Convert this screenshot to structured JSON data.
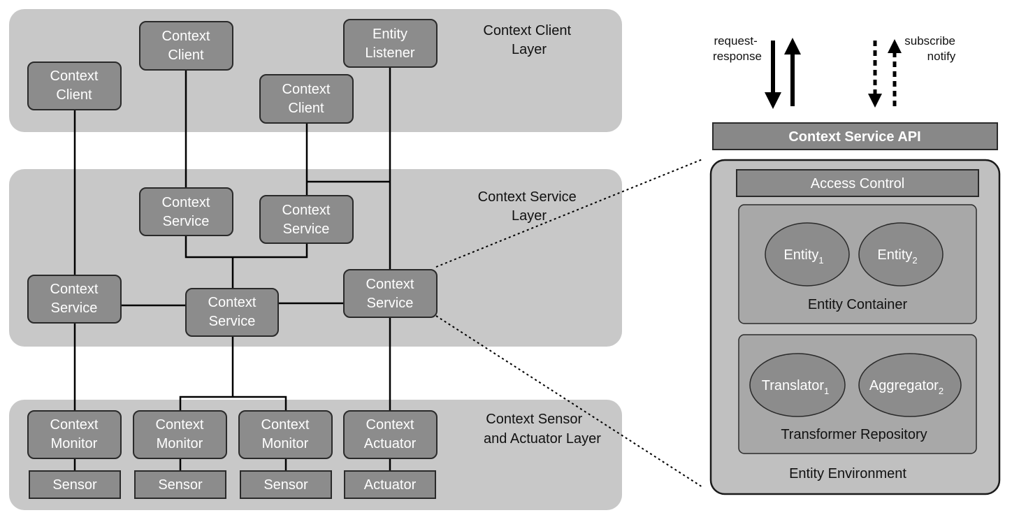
{
  "colors": {
    "layer_bg": "#c8c8c8",
    "box_fill": "#8c8c8c",
    "box_stroke": "#2a2a2a",
    "box_text": "#ffffff",
    "env_fill": "#c0c0c0",
    "container_fill": "#a8a8a8",
    "ellipse_fill": "#8c8c8c",
    "api_fill": "#888888",
    "text_dark": "#111111"
  },
  "layers": {
    "client": [
      "Context Client",
      "Layer"
    ],
    "service": [
      "Context Service",
      "Layer"
    ],
    "sensor": [
      "Context Sensor",
      "and Actuator Layer"
    ]
  },
  "nodes": {
    "client_left": [
      "Context",
      "Client"
    ],
    "client_top": [
      "Context",
      "Client"
    ],
    "client_mid": [
      "Context",
      "Client"
    ],
    "entity_listener": [
      "Entity",
      "Listener"
    ],
    "service_top_left": [
      "Context",
      "Service"
    ],
    "service_top_right": [
      "Context",
      "Service"
    ],
    "service_left": [
      "Context",
      "Service"
    ],
    "service_center": [
      "Context",
      "Service"
    ],
    "service_right": [
      "Context",
      "Service"
    ],
    "monitor_1": [
      "Context",
      "Monitor"
    ],
    "monitor_2": [
      "Context",
      "Monitor"
    ],
    "monitor_3": [
      "Context",
      "Monitor"
    ],
    "actuator_ctx": [
      "Context",
      "Actuator"
    ],
    "sensor_1": "Sensor",
    "sensor_2": "Sensor",
    "sensor_3": "Sensor",
    "actuator": "Actuator"
  },
  "legend": {
    "request_response": [
      "request-",
      "response"
    ],
    "subscribe_notify": [
      "subscribe",
      "notify"
    ]
  },
  "detail": {
    "api": "Context Service API",
    "access_control": "Access Control",
    "entity_1": {
      "name": "Entity",
      "sub": "1"
    },
    "entity_2": {
      "name": "Entity",
      "sub": "2"
    },
    "entity_container": "Entity Container",
    "translator": {
      "name": "Translator",
      "sub": "1"
    },
    "aggregator": {
      "name": "Aggregator",
      "sub": "2"
    },
    "transformer_repository": "Transformer Repository",
    "entity_environment": "Entity Environment"
  }
}
